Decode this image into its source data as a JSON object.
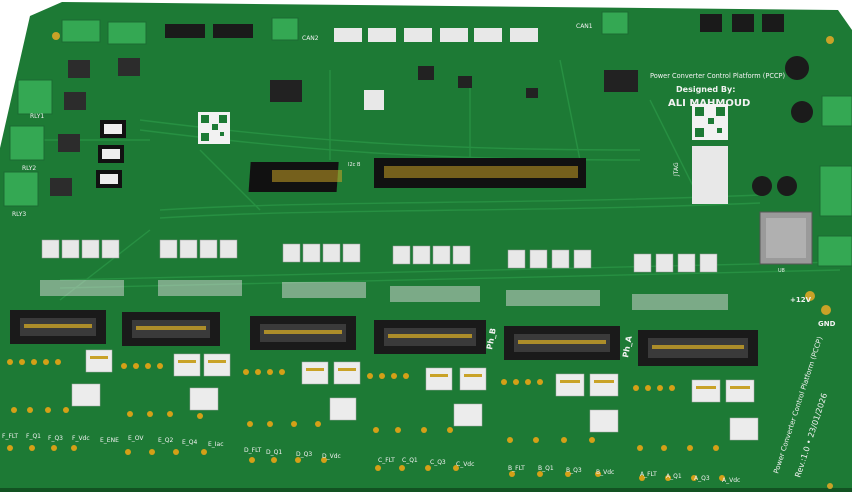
{
  "board": {
    "title": "Power Converter Control Platform (PCCP)",
    "designed_by": "Designed By:",
    "author": "ALI MAHMOUD",
    "side_note": "Power Converter Control Platform (PCCP)",
    "revision": "Rev.:1.0  •  23/01/2026",
    "label_can1": "CAN1",
    "label_can2": "CAN2",
    "label_jtag": "JTAG",
    "label_12v": "+12V",
    "label_gnd": "GND",
    "label_pha": "Ph_A",
    "label_phb": "Ph_B",
    "label_i2c": "I2c B",
    "ref_u8": "U8",
    "ref_rly1": "RLY1",
    "ref_rly2": "RLY2",
    "ref_rly3": "RLY3",
    "phase_labels": {
      "f": [
        "F_FLT",
        "F_Q1",
        "F_Q3",
        "F_Vdc"
      ],
      "e": [
        "E_ENE",
        "E_OV",
        "E_Q2",
        "E_Q4",
        "E_Iac"
      ],
      "d": [
        "D_FLT",
        "D_Q1",
        "D_Q3",
        "D_Vdc"
      ],
      "c": [
        "C_FLT",
        "C_Q1",
        "C_Q3",
        "C_Vdc"
      ],
      "b": [
        "B_FLT",
        "B_Q1",
        "B_Q3",
        "B_Vdc"
      ],
      "a": [
        "A_FLT",
        "A_Q1",
        "A_Q3",
        "A_Vdc"
      ]
    }
  },
  "colors": {
    "pcb": "#1d7a35",
    "pcb_dark": "#166229",
    "silk": "#f2f2f2",
    "terminal": "#34a853",
    "header": "#2a2a2a",
    "gold": "#c9a227",
    "header_white": "#e8e8e8"
  }
}
